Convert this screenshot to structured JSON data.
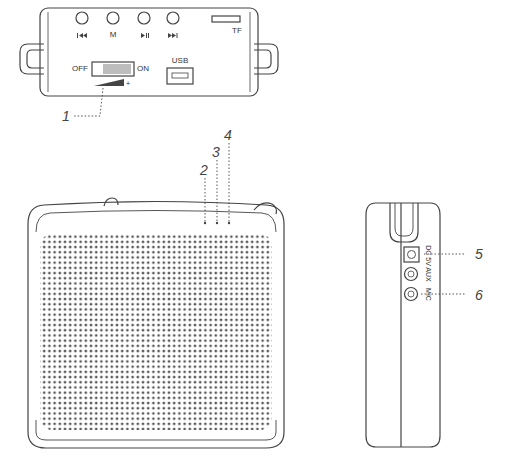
{
  "diagram": {
    "labels": [
      "OFF",
      "ON",
      "+",
      "M",
      "TF",
      "USB",
      "1",
      "2",
      "3",
      "4",
      "5",
      "6",
      "DC 5V",
      "AUX",
      "MIC"
    ]
  }
}
